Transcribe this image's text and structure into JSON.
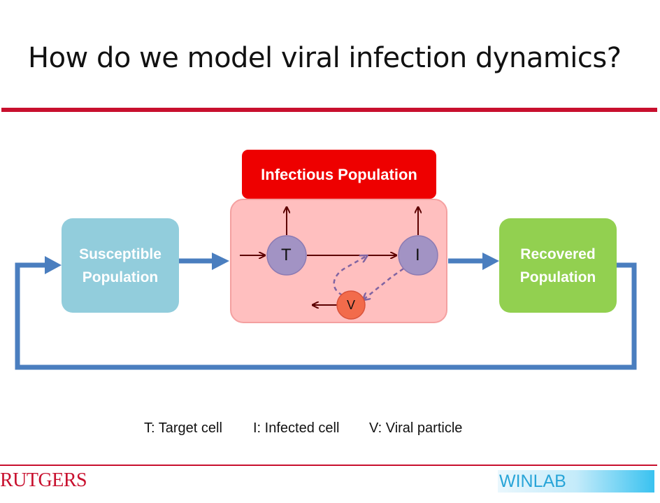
{
  "slide": {
    "title": "How do we model viral infection dynamics?"
  },
  "diagram": {
    "susceptible_label": "Susceptible\nPopulation",
    "infectious_label": "Infectious Population",
    "recovered_label": "Recovered\nPopulation",
    "nodes": {
      "target": "T",
      "infected": "I",
      "virus": "V"
    }
  },
  "legend": {
    "target": "T: Target cell",
    "infected": "I: Infected cell",
    "virus": "V: Viral particle"
  },
  "footer": {
    "logo_left": "RUTGERS",
    "logo_right": "WINLAB"
  },
  "colors": {
    "accent_red": "#c8102e",
    "flow_blue": "#4a7ebf",
    "susceptible": "#92cddc",
    "recovered": "#92d050",
    "infectious": "#ee0000",
    "infectious_bg": "#ffbfbf",
    "node_purple": "#a293c4",
    "virus_orange": "#f26b4b",
    "dashed_purple": "#8064a2",
    "inner_arrow": "#5c0000"
  }
}
